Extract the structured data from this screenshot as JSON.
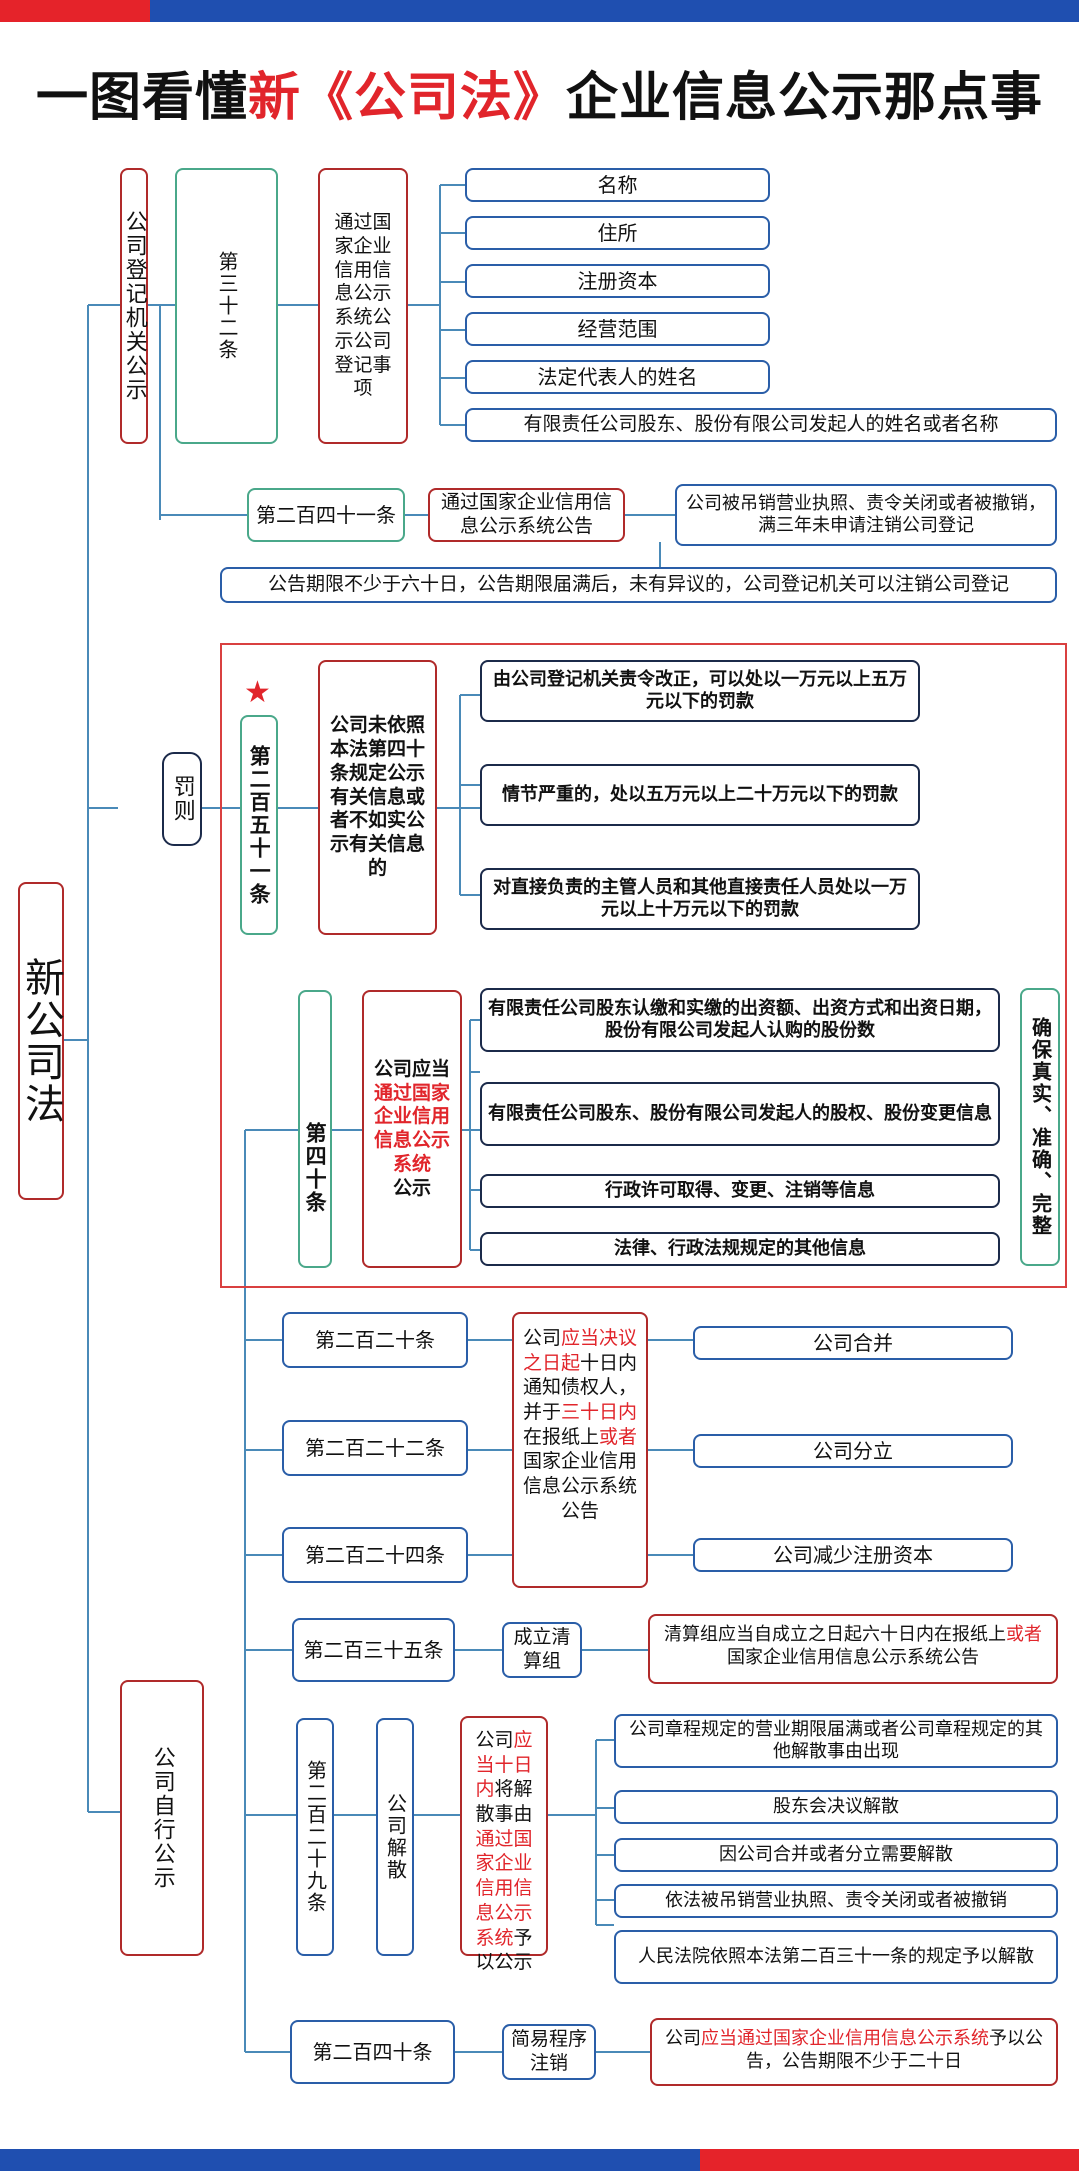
{
  "title": {
    "prefix": "一图看懂",
    "highlight": "新《公司法》",
    "suffix": "企业信息公示那点事"
  },
  "root": "新公司法",
  "section_registry": "公司登记机关公示",
  "art32": {
    "label": "第三十二条",
    "desc": "通过国家企业信用信息公示系统公示公司登记事项",
    "items": [
      "名称",
      "住所",
      "注册资本",
      "经营范围",
      "法定代表人的姓名",
      "有限责任公司股东、股份有限公司发起人的姓名或者名称"
    ]
  },
  "art241": {
    "label": "第二百四十一条",
    "mid": "通过国家企业信用信息公示系统公告",
    "right": "公司被吊销营业执照、责令关闭或者被撤销，满三年未申请注销公司登记",
    "bottom": "公告期限不少于六十日，公告期限届满后，未有异议的，公司登记机关可以注销公司登记"
  },
  "section_penalty": "罚则",
  "art251": {
    "label": "第二百五十一条",
    "desc": "公司未依照本法第四十条规定公示有关信息或者不如实公示有关信息的",
    "items": [
      "由公司登记机关责令改正，可以处以一万元以上五万元以下的罚款",
      "情节严重的，处以五万元以上二十万元以下的罚款",
      "对直接负责的主管人员和其他直接责任人员处以一万元以上十万元以下的罚款"
    ]
  },
  "art40": {
    "label": "第四十条",
    "desc_a": "公司应当",
    "desc_b": "通过国家企业信用信息公示系统",
    "desc_c": "公示",
    "items": [
      "有限责任公司股东认缴和实缴的出资额、出资方式和出资日期，股份有限公司发起人认购的股份数",
      "有限责任公司股东、股份有限公司发起人的股权、股份变更信息",
      "行政许可取得、变更、注销等信息",
      "法律、行政法规规定的其他信息"
    ],
    "right": "确保真实、准确、完整"
  },
  "art220": {
    "labels": [
      "第二百二十条",
      "第二百二十二条",
      "第二百二十四条"
    ],
    "desc": [
      {
        "t": "公司",
        "r": false
      },
      {
        "t": "应当决议之日起",
        "r": true
      },
      {
        "t": "十日内通知债权人，并于",
        "r": false
      },
      {
        "t": "三十日内",
        "r": true
      },
      {
        "t": "在报纸上",
        "r": false
      },
      {
        "t": "或者",
        "r": true
      },
      {
        "t": "国家企业信用信息公示系统公告",
        "r": false
      }
    ],
    "items": [
      "公司合并",
      "公司分立",
      "公司减少注册资本"
    ]
  },
  "art235": {
    "label": "第二百三十五条",
    "mid": "成立清算组",
    "right": [
      {
        "t": "清算组应当自成立之日起六十日内在报纸上",
        "r": false
      },
      {
        "t": "或者",
        "r": true
      },
      {
        "t": "国家企业信用信息公示系统公告",
        "r": false
      }
    ]
  },
  "section_self": "公司自行公示",
  "art229": {
    "label": "第二百二十九条",
    "mid": "公司解散",
    "desc": [
      {
        "t": "公司",
        "r": false
      },
      {
        "t": "应当十日内",
        "r": true
      },
      {
        "t": "将解散事由",
        "r": false
      },
      {
        "t": "通过国家企业信用信息公示系统",
        "r": true
      },
      {
        "t": "予以公示",
        "r": false
      }
    ],
    "items": [
      "公司章程规定的营业期限届满或者公司章程规定的其他解散事由出现",
      "股东会决议解散",
      "因公司合并或者分立需要解散",
      "依法被吊销营业执照、责令关闭或者被撤销",
      "人民法院依照本法第二百三十一条的规定予以解散"
    ]
  },
  "art240": {
    "label": "第二百四十条",
    "mid": "简易程序注销",
    "right": [
      {
        "t": "公司",
        "r": false
      },
      {
        "t": "应当通过国家企业信用信息公示系统",
        "r": true
      },
      {
        "t": "予以公告，公告期限不少于二十日",
        "r": false
      }
    ]
  },
  "colors": {
    "red": "#e1252b",
    "navy": "#1f3b70",
    "blue": "#2a5ea8",
    "green": "#4aa88a"
  }
}
